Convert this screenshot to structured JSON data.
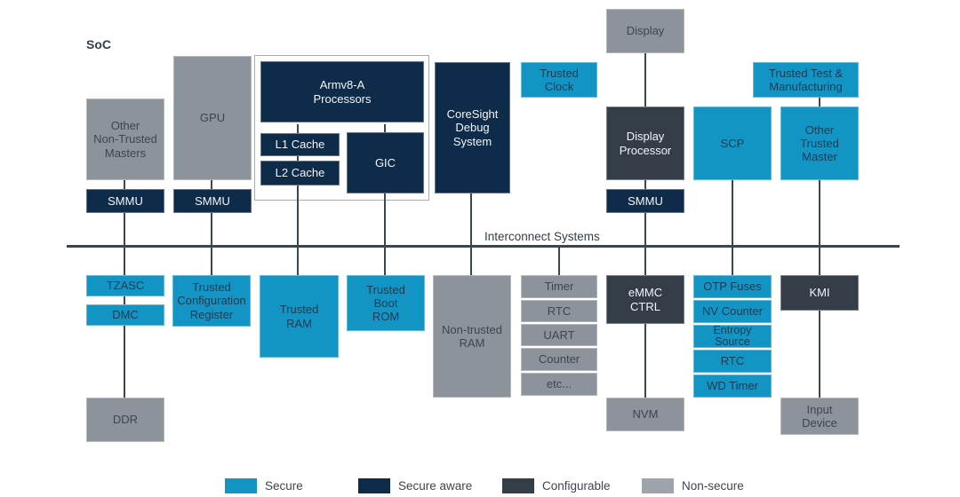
{
  "diagram": {
    "soc_label": "SoC",
    "interconnect_label": "Interconnect Systems"
  },
  "colors": {
    "secure": "#1295C5",
    "secure_aware": "#0F2B4A",
    "configurable": "#333E48",
    "non_secure": "#8C939A"
  },
  "nodes": {
    "other_non_trusted_masters": "Other\nNon-Trusted\nMasters",
    "gpu": "GPU",
    "smmu_masters": "SMMU",
    "smmu_gpu": "SMMU",
    "armv8_processors": "Armv8-A\nProcessors",
    "l1_cache": "L1 Cache",
    "l2_cache": "L2 Cache",
    "gic": "GIC",
    "coresight_debug_system": "CoreSight\nDebug\nSystem",
    "trusted_clock": "Trusted\nClock",
    "display": "Display",
    "display_processor": "Display\nProcessor",
    "smmu_display": "SMMU",
    "scp": "SCP",
    "trusted_test_manufacturing": "Trusted Test &\nManufacturing",
    "other_trusted_master": "Other\nTrusted\nMaster",
    "tzasc": "TZASC",
    "dmc": "DMC",
    "ddr": "DDR",
    "trusted_configuration_register": "Trusted\nConfiguration\nRegister",
    "trusted_ram": "Trusted\nRAM",
    "trusted_boot_rom": "Trusted\nBoot\nROM",
    "non_trusted_ram": "Non-trusted\nRAM",
    "timer": "Timer",
    "rtc": "RTC",
    "uart": "UART",
    "counter": "Counter",
    "etc": "etc...",
    "emmc_ctrl": "eMMC\nCTRL",
    "nvm": "NVM",
    "otp_fuses": "OTP Fuses",
    "nv_counter": "NV Counter",
    "entropy_source": "Entropy\nSource",
    "rtc_secure": "RTC",
    "wd_timer": "WD Timer",
    "kmi": "KMI",
    "input_device": "Input\nDevice"
  },
  "legend": {
    "secure": "Secure",
    "secure_aware": "Secure aware",
    "configurable": "Configurable",
    "non_secure": "Non-secure"
  }
}
